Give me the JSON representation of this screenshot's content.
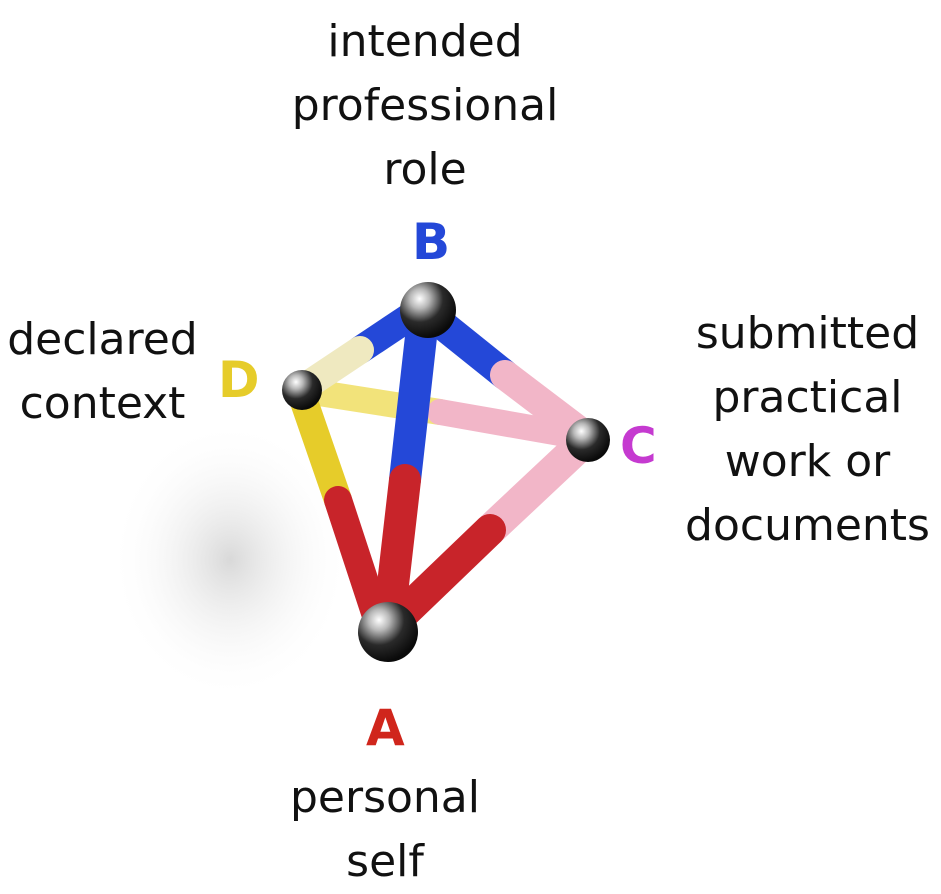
{
  "vertices": {
    "A": {
      "letter": "A",
      "color": "#d0261c",
      "label_lines": [
        "personal",
        "self"
      ]
    },
    "B": {
      "letter": "B",
      "color": "#2448d8",
      "label_lines": [
        "intended",
        "professional",
        "role"
      ]
    },
    "C": {
      "letter": "C",
      "color": "#c53ad0",
      "label_lines": [
        "submitted",
        "practical",
        "work or",
        "documents"
      ]
    },
    "D": {
      "letter": "D",
      "color": "#e6cc2a",
      "label_lines": [
        "declared",
        "context"
      ]
    }
  },
  "edges": [
    {
      "name": "edge-a-b",
      "color": "#2448d8",
      "lower_color": "#c8242a"
    },
    {
      "name": "edge-a-c",
      "color": "#f2b6c8",
      "lower_color": "#c8242a"
    },
    {
      "name": "edge-a-d",
      "color": "#e6cc2a",
      "lower_color": "#c8242a"
    },
    {
      "name": "edge-b-c",
      "color": "#2448d8",
      "lower_color": "#f2b6c8"
    },
    {
      "name": "edge-b-d",
      "color": "#2448d8",
      "lower_color": "#efe9c0"
    },
    {
      "name": "edge-c-d",
      "color": "#f2b6c8",
      "lower_color": "#f2e37a"
    }
  ]
}
